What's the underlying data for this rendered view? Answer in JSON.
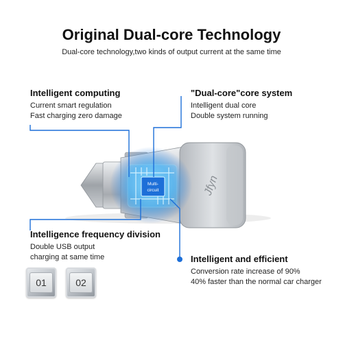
{
  "header": {
    "title": "Original Dual-core Technology",
    "subtitle": "Dual-core technology,two kinds of output current at the same time"
  },
  "features": {
    "computing": {
      "title": "Intelligent computing",
      "line1": "Current smart regulation",
      "line2": "Fast charging zero damage"
    },
    "dualcore": {
      "title": "\"Dual-core\"core system",
      "line1": "Intelligent dual core",
      "line2": "Double system running"
    },
    "frequency": {
      "title": "Intelligence frequency division",
      "line1": "Double USB output",
      "line2": "charging at same time"
    },
    "efficient": {
      "title": "Intelligent and efficient",
      "line1": "Conversion rate increase of 90%",
      "line2": "40% faster than the normal car charger"
    }
  },
  "chip": {
    "line1": "Multi-",
    "line2": "circuit"
  },
  "brand": "Jfyn",
  "ports": {
    "port1": "01",
    "port2": "02"
  },
  "colors": {
    "accent": "#1d6fd8",
    "glow": "#5ec3ff",
    "metal": "#c7cacd"
  }
}
